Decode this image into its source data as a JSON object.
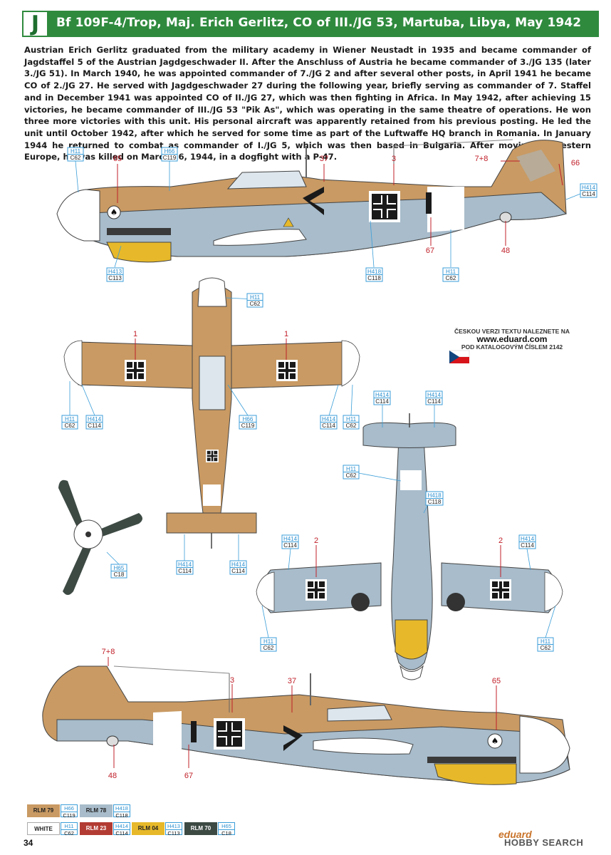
{
  "header": {
    "letter": "J",
    "title": "Bf 109F-4/Trop, Maj. Erich Gerlitz, CO of III./JG 53, Martuba, Libya, May 1942"
  },
  "bio": "Austrian Erich Gerlitz graduated from the military academy in Wiener Neustadt in 1935 and became commander of Jagdstaffel 5 of the Austrian Jagdgeschwader II. After the Anschluss of Austria he became commander of 3./JG 135 (later 3./JG 51). In March 1940, he was appointed commander of 7./JG 2 and after several other posts, in April 1941 he became CO of 2./JG 27. He served with Jagdgeschwader 27 during the following year, briefly serving as commander of 7. Staffel and in December 1941 was appointed CO of II./JG 27, which was then fighting in Africa. In May 1942, after achieving 15 victories, he became commander of III./JG 53 \"Pik As\", which was operating in the same theatre of operations. He won three more victories with this unit. His personal aircraft was apparently retained from his previous posting. He led the unit until October 1942, after which he served for some time as part of the Luftwaffe HQ branch in Romania. In January 1944 he returned to combat as commander of I./JG 5, which was then based in Bulgaria. After moving to Western Europe, he was killed on March 16, 1944, in a dogfight with a P-47.",
  "colors": {
    "sand": "#c99a63",
    "blue": "#a8bccb",
    "yellow": "#e7b92a",
    "red": "#b23c33",
    "green_dark": "#3d4a44",
    "header_green": "#2f8a3e"
  },
  "callouts": {
    "c65": "65",
    "c37": "37",
    "c3": "3",
    "c78": "7+8",
    "c66": "66",
    "c67": "67",
    "c48": "48",
    "c1": "1",
    "c2": "2"
  },
  "codes": {
    "h11": "H11",
    "c62": "C62",
    "h66": "H66",
    "c119": "C119",
    "h414": "H414",
    "c114": "C114",
    "h413": "H413",
    "c113": "C113",
    "h418": "H418",
    "c118": "C118",
    "h65": "H65",
    "c18": "C18"
  },
  "czech": {
    "line1": "ČESKOU VERZI TEXTU NALEZNETE NA",
    "url": "www.eduard.com",
    "line2": "POD KATALOGOVÝM ČÍSLEM 2142"
  },
  "legend": [
    {
      "label": "RLM 79",
      "h": "H66",
      "c": "C119",
      "bg": "#c99a63",
      "fg": "#222"
    },
    {
      "label": "RLM 78",
      "h": "H418",
      "c": "C118",
      "bg": "#a8bccb",
      "fg": "#222"
    },
    {
      "label": "WHITE",
      "h": "H11",
      "c": "C62",
      "bg": "#ffffff",
      "fg": "#222"
    },
    {
      "label": "RLM 23",
      "h": "H414",
      "c": "C114",
      "bg": "#b23c33",
      "fg": "#ffffff"
    },
    {
      "label": "RLM 04",
      "h": "H413",
      "c": "C113",
      "bg": "#e7b92a",
      "fg": "#222"
    },
    {
      "label": "RLM 70",
      "h": "H65",
      "c": "C18",
      "bg": "#3d4a44",
      "fg": "#ffffff"
    }
  ],
  "page_number": "34",
  "brand": {
    "eduard": "eduard",
    "hobby": "HOBBY SEARCH"
  }
}
